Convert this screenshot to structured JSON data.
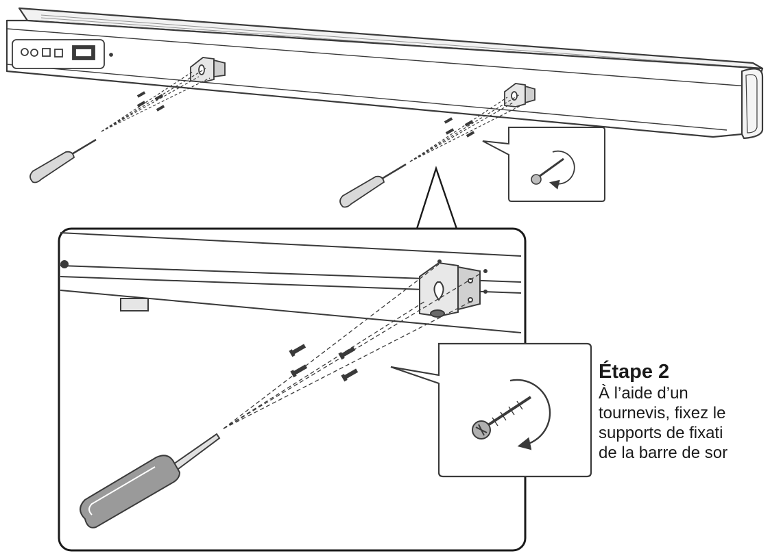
{
  "instructions": {
    "step_title": "Étape 2",
    "lines": [
      "À l’aide d’un",
      "tournevis, fixez le",
      "supports de fixati",
      "de la barre de sor"
    ]
  },
  "colors": {
    "line": "#3a3a3a",
    "fill_light": "#f7f7f7",
    "fill_mid": "#d9d9d9",
    "fill_dark": "#8c8c8c",
    "text": "#1a1a1a"
  },
  "icons": [
    "soundbar-device",
    "mounting-bracket",
    "screwdriver-icon",
    "screw-icon",
    "clockwise-arrow-icon"
  ]
}
